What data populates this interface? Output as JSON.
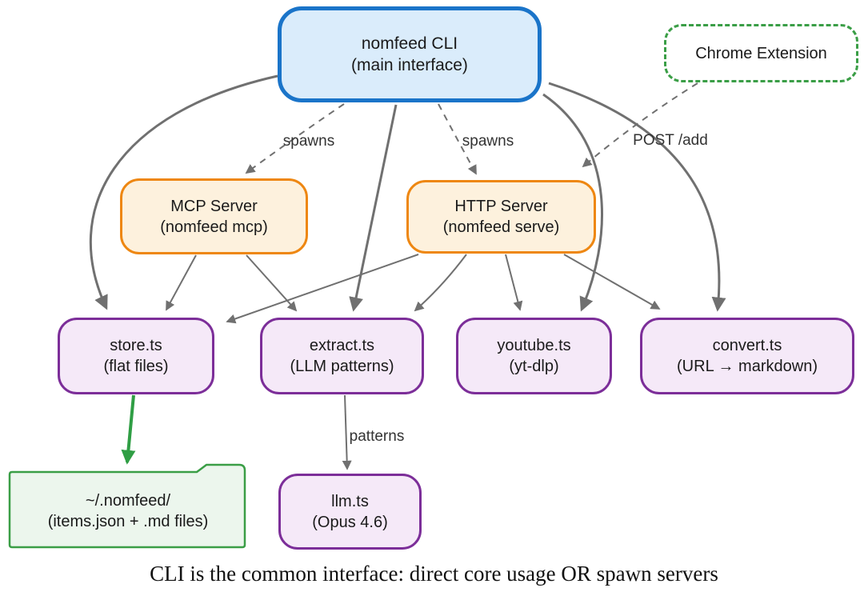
{
  "diagram": {
    "nodes": {
      "cli": {
        "line1": "nomfeed CLI",
        "line2": "(main interface)"
      },
      "chrome": {
        "line1": "Chrome Extension"
      },
      "mcp": {
        "line1": "MCP Server",
        "line2": "(nomfeed mcp)"
      },
      "http": {
        "line1": "HTTP Server",
        "line2": "(nomfeed serve)"
      },
      "store": {
        "line1": "store.ts",
        "line2": "(flat files)"
      },
      "extract": {
        "line1": "extract.ts",
        "line2": "(LLM patterns)"
      },
      "youtube": {
        "line1": "youtube.ts",
        "line2": "(yt-dlp)"
      },
      "convert": {
        "line1": "convert.ts",
        "line2": "(URL → markdown)"
      },
      "folder": {
        "line1": "~/.nomfeed/",
        "line2": "(items.json + .md files)"
      },
      "llm": {
        "line1": "llm.ts",
        "line2": "(Opus 4.6)"
      }
    },
    "edge_labels": {
      "spawns_mcp": "spawns",
      "spawns_http": "spawns",
      "post_add": "POST /add",
      "patterns": "patterns"
    },
    "edges": [
      {
        "from": "cli",
        "to": "mcp",
        "label": "spawns",
        "style": "dashed"
      },
      {
        "from": "cli",
        "to": "http",
        "label": "spawns",
        "style": "dashed"
      },
      {
        "from": "chrome",
        "to": "http",
        "label": "POST /add",
        "style": "dashed"
      },
      {
        "from": "cli",
        "to": "store",
        "style": "thick"
      },
      {
        "from": "cli",
        "to": "extract",
        "style": "thick"
      },
      {
        "from": "cli",
        "to": "youtube",
        "style": "thick"
      },
      {
        "from": "cli",
        "to": "convert",
        "style": "thick"
      },
      {
        "from": "mcp",
        "to": "store",
        "style": "solid"
      },
      {
        "from": "mcp",
        "to": "extract",
        "style": "solid"
      },
      {
        "from": "http",
        "to": "store",
        "style": "solid"
      },
      {
        "from": "http",
        "to": "extract",
        "style": "solid"
      },
      {
        "from": "http",
        "to": "youtube",
        "style": "solid"
      },
      {
        "from": "http",
        "to": "convert",
        "style": "solid"
      },
      {
        "from": "store",
        "to": "folder",
        "style": "thick-green"
      },
      {
        "from": "extract",
        "to": "llm",
        "label": "patterns",
        "style": "solid"
      }
    ],
    "caption": "CLI is the common interface: direct core usage OR spawn servers",
    "colors": {
      "cli_border": "#1a74c9",
      "cli_fill": "#daecfb",
      "server_border": "#ee8712",
      "server_fill": "#fdf1dd",
      "module_border": "#7c2e99",
      "module_fill": "#f5e9f8",
      "green": "#3a9e46",
      "folder_fill": "#ecf6ed",
      "arrow_gray": "#707070",
      "arrow_green": "#2f9e44"
    }
  }
}
